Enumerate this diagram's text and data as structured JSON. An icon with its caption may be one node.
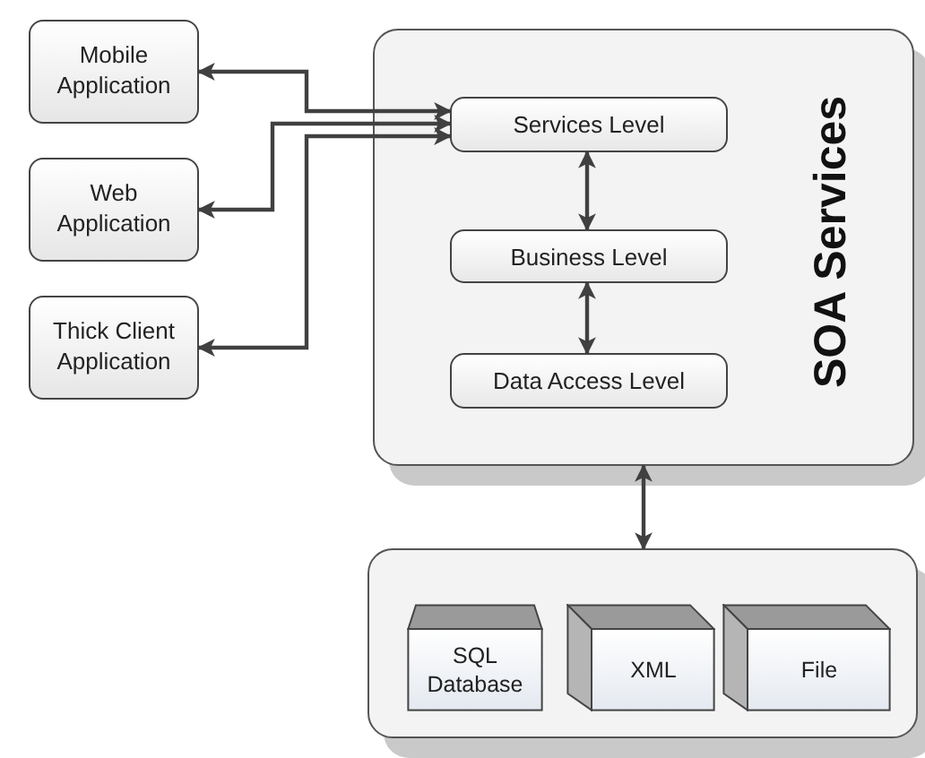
{
  "diagram": {
    "nodes": [
      {
        "text": [
          "Mobile Application"
        ]
      },
      {
        "text": [
          "Web Application"
        ]
      },
      {
        "text": [
          "Thick Client Application"
        ]
      },
      {
        "text": [
          "SOA Services"
        ]
      },
      {
        "text": [
          "Services Level"
        ],
        "in": 3
      },
      {
        "text": [
          "Business Level"
        ],
        "in": 3
      },
      {
        "text": [
          "Data Access Level"
        ],
        "in": 3
      },
      {
        "text": [],
        "shape": "box"
      },
      {
        "text": [
          "SQL Database"
        ],
        "in": 7
      },
      {
        "text": [
          "XML"
        ],
        "in": 7
      },
      {
        "text": [
          "File"
        ],
        "in": 7
      }
    ],
    "edges": [
      {
        "from": 4,
        "to": 0,
        "arrow": "both"
      },
      {
        "from": 4,
        "to": 1,
        "arrow": "both"
      },
      {
        "from": 4,
        "to": 2,
        "arrow": "both"
      },
      {
        "from": 4,
        "to": 5,
        "arrow": "both"
      },
      {
        "from": 5,
        "to": 6,
        "arrow": "both"
      },
      {
        "from": 3,
        "to": 7,
        "arrow": "both"
      }
    ]
  }
}
